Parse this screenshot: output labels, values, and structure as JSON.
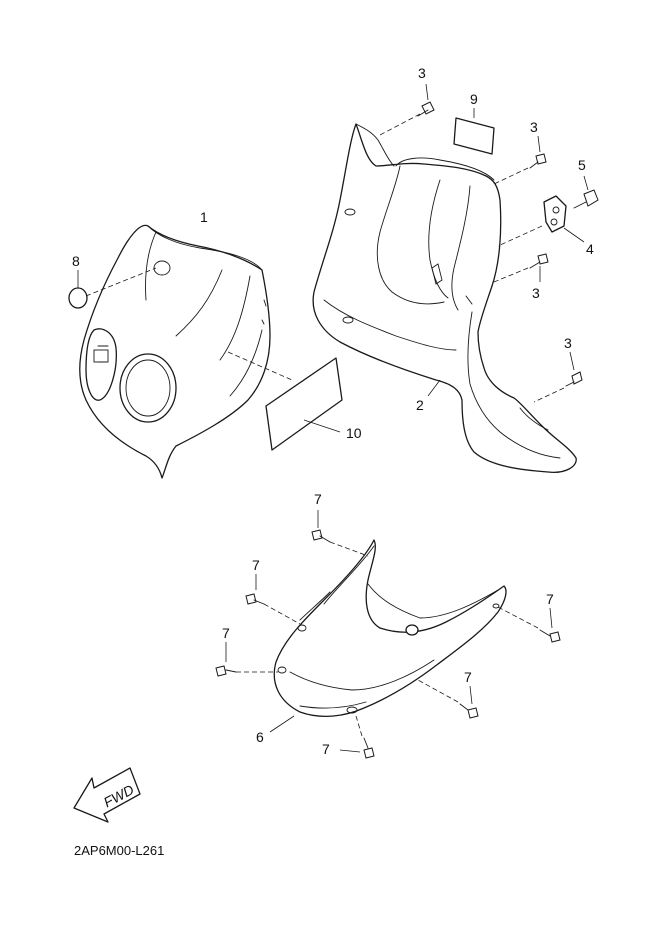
{
  "callouts": {
    "c1": "1",
    "c2": "2",
    "c3a": "3",
    "c3b": "3",
    "c3c": "3",
    "c3d": "3",
    "c4": "4",
    "c5": "5",
    "c6": "6",
    "c7a": "7",
    "c7b": "7",
    "c7c": "7",
    "c7d": "7",
    "c7e": "7",
    "c7f": "7",
    "c8": "8",
    "c9": "9",
    "c10": "10"
  },
  "fwd_label": "FWD",
  "diagram_code": "2AP6M00-L261"
}
